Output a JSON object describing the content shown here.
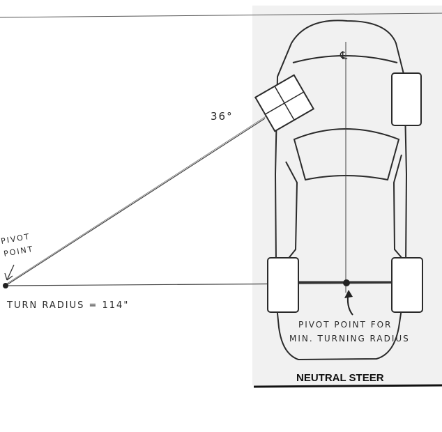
{
  "diagram": {
    "pivot_label_line1": "PIVOT",
    "pivot_label_line2": "POINT",
    "angle_label": "36°",
    "turn_radius_label": "TURN RADIUS  =  114\"",
    "center_symbol": "℄",
    "min_pivot_line1": "PIVOT POINT FOR",
    "min_pivot_line2": "MIN. TURNING RADIUS",
    "panel_title": "NEUTRAL STEER"
  },
  "colors": {
    "ink": "#2a2a2a",
    "panel": "#f1f1f1",
    "rule": "#111111"
  }
}
